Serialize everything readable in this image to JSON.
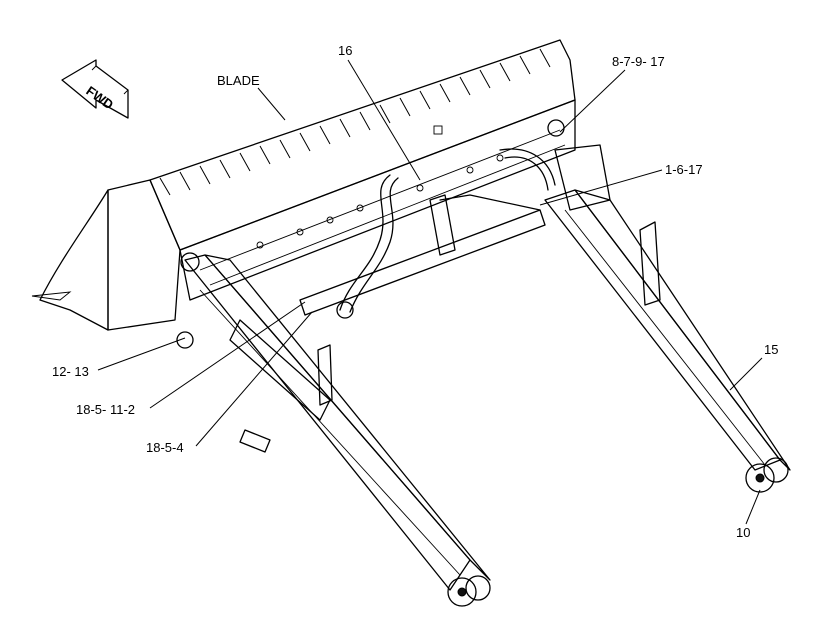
{
  "labels": {
    "fwd": "FWD",
    "blade": "BLADE",
    "c16": "16",
    "c8_7_9_17": "8-7-9- 17",
    "c1_6_17": "1-6-17",
    "c15": "15",
    "c12_13": "12- 13",
    "c18_5_11_2": "18-5- 11-2",
    "c18_5_4": "18-5-4",
    "c10": "10"
  }
}
